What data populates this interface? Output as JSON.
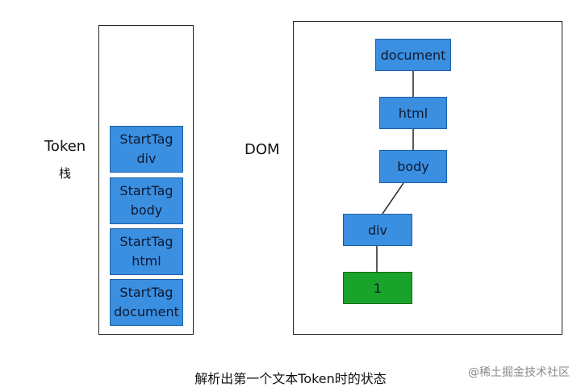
{
  "token_stack": {
    "label": "Token",
    "label_sub": "栈",
    "items": [
      {
        "line1": "StartTag",
        "line2": "div"
      },
      {
        "line1": "StartTag",
        "line2": "body"
      },
      {
        "line1": "StartTag",
        "line2": "html"
      },
      {
        "line1": "StartTag",
        "line2": "document"
      }
    ]
  },
  "dom": {
    "label": "DOM",
    "nodes": {
      "document": "document",
      "html": "html",
      "body": "body",
      "div": "div",
      "text": "1"
    }
  },
  "caption": "解析出第一个文本Token时的状态",
  "watermark": "@稀土掘金技术社区",
  "colors": {
    "node_blue": "#3b8fe0",
    "node_green": "#1aa32a"
  }
}
